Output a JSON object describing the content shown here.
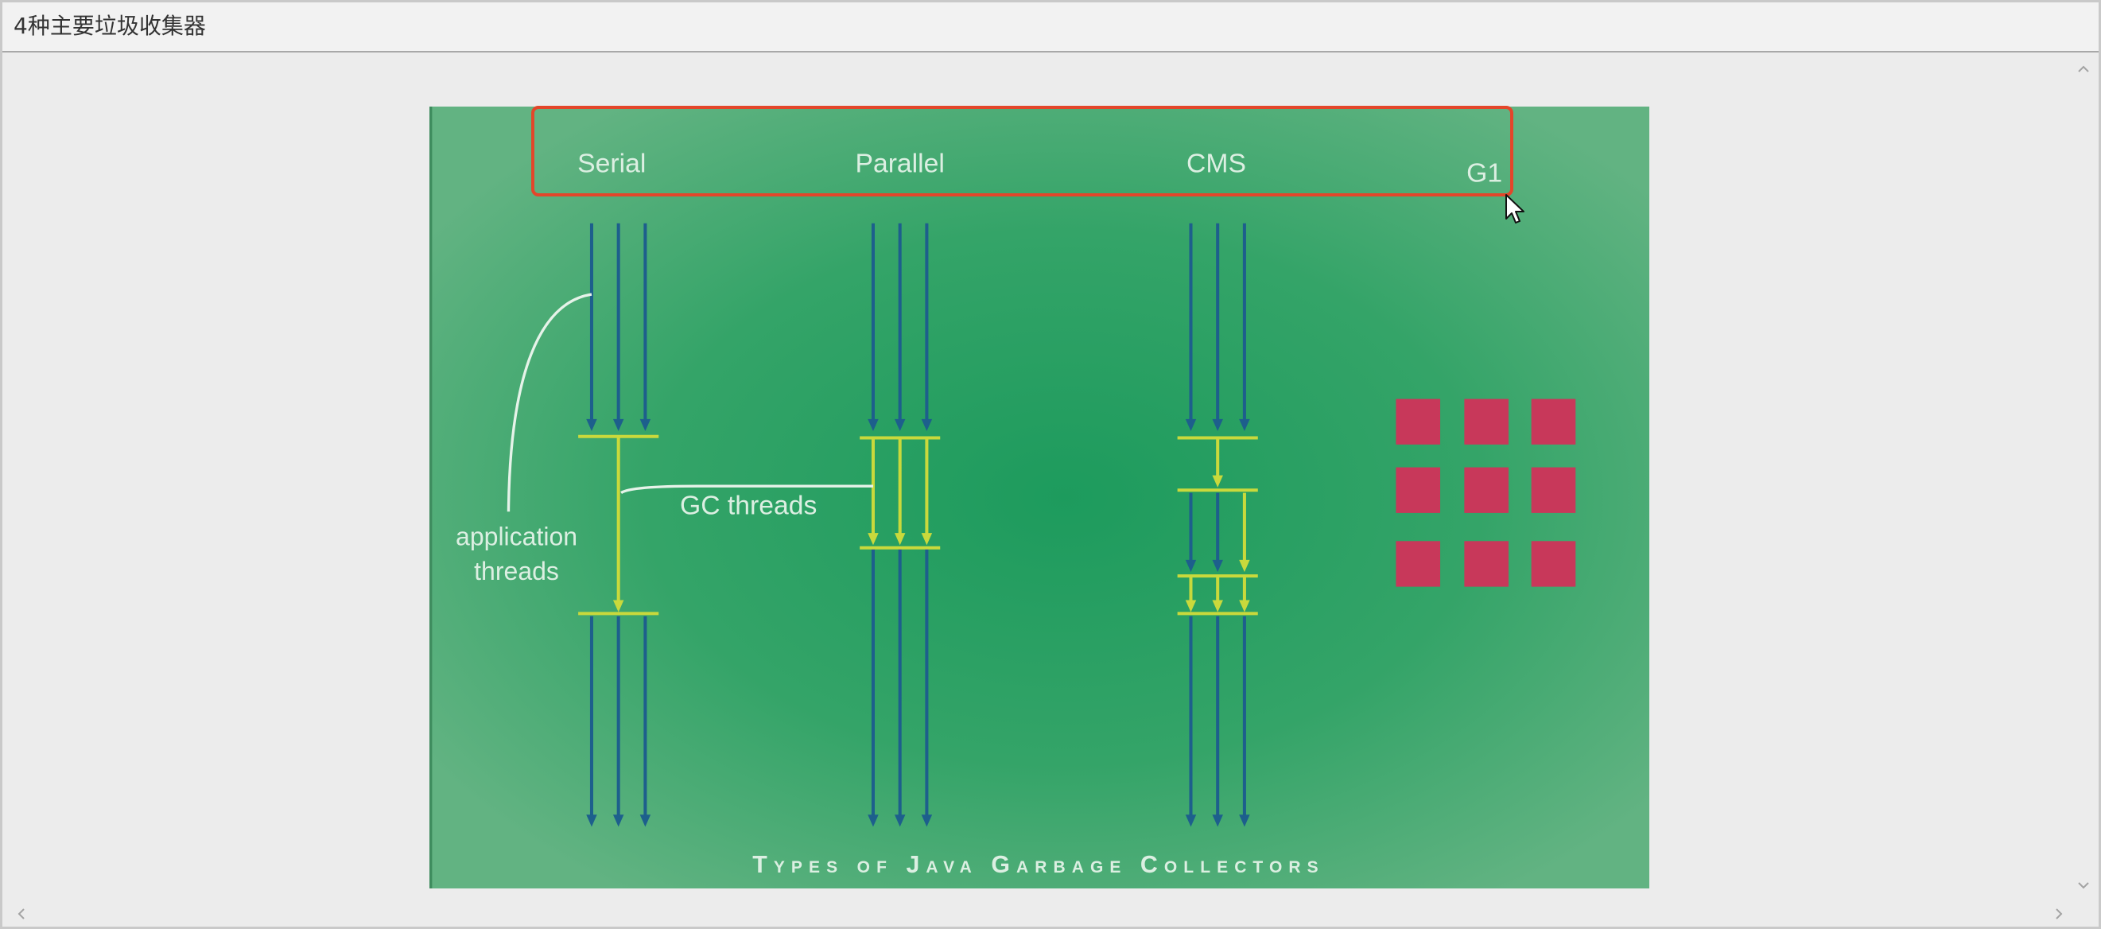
{
  "window": {
    "title": "4种主要垃圾收集器"
  },
  "slide": {
    "collectors": [
      "Serial",
      "Parallel",
      "CMS",
      "G1"
    ],
    "labels": {
      "application_line1": "application",
      "application_line2": "threads",
      "gc_threads": "GC threads"
    },
    "caption": "Types of Java Garbage Collectors"
  },
  "icons": {
    "scroll_up": "chevron-up-icon",
    "scroll_down": "chevron-down-icon",
    "scroll_left": "chevron-left-icon",
    "scroll_right": "chevron-right-icon",
    "cursor": "mouse-pointer-icon"
  },
  "colors": {
    "highlight": "#e3462a",
    "app_thread_arrow": "#1d5f8c",
    "gc_thread_arrow": "#c9d93c",
    "region_block": "#c8385a",
    "slide_green": "#2ea263"
  }
}
